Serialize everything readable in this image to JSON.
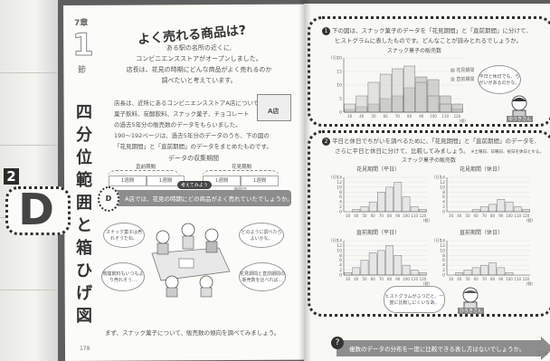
{
  "left_margin": {
    "badge_number": "2",
    "badge_letter": "D"
  },
  "chapter": {
    "label": "7章",
    "number": "1",
    "section": "節",
    "title_chars": [
      "四",
      "分",
      "位",
      "範",
      "囲",
      "と",
      "箱",
      "ひ",
      "げ",
      "図"
    ]
  },
  "left_page": {
    "headline": "よく売れる商品は?",
    "intro_lines": [
      "ある駅の名所の近くに,",
      "コンビニエンスストアがオープンしました。",
      "店長は、花見の時期にどんな商品がよく売れるのか",
      "調べたいと考えています。"
    ],
    "body_lines": [
      "店長は、近所にあるコンビニエンスストアA店について,",
      "菓子飲料、炭酸飲料、スナック菓子、チョコレート",
      "の過去5年分の販売数のデータをもらいました。",
      "190〜192ページは、過去5年分のデータのうち、下の図の",
      "「花見期間」と「直前期間」のデータをまとめたものです。"
    ],
    "store_label": "A店",
    "timeline": {
      "title": "データの収集期間",
      "period_before": "直前期間",
      "period_hanami": "花見期間",
      "week_label": "1週間",
      "start_label": "",
      "end_label": "満開日"
    },
    "question_tag": "考えてみよう",
    "question": "A店では、花見の時期にどの商品がよく売れていたでしょうか。",
    "speech_bubbles": [
      "スナック菓子は売れそうだね。",
      "どのように調べたらよいかな。",
      "炭酸飲料もいつもより売れそう…",
      "花見期間と直前期間の販売数を比べれば…"
    ],
    "footer_text": "まず、スナック菓子について、販売数の傾向を調べてみましょう。",
    "page_number": "178"
  },
  "right_page": {
    "problem1": {
      "num": "1",
      "lines": [
        "下の図は、スナック菓子のデータを「花見期間」と「直前期間」に分けて,",
        "ヒストグラムに表したものです。どんなことが読みとれるでしょうか。"
      ],
      "chart_title": "スナック菓子の販売数",
      "legend": [
        "花見期間",
        "直前期間"
      ],
      "speech": "平日と休日でも、ちがいがあるのかな。",
      "tag": "ゆうきさん"
    },
    "problem2": {
      "num": "2",
      "lines": [
        "平日と休日でちがいを調べるために、「花見期間」と「直前期間」のデータを,",
        "さらに平日と休日に分けて、比較してみましょう。"
      ],
      "note": "※土曜日、日曜日、祝日を休日とする。",
      "chart_title": "スナック菓子の販売数",
      "speech": "ヒストグラムがふつだと、一度に比較しにくいなあ。",
      "tag": "ひろきさん"
    },
    "question2": {
      "badge": "?",
      "text": "複数のデータの分布を一度に比較できる表し方はないでしょうか。"
    },
    "page_number": "179"
  },
  "chart_data": [
    {
      "type": "bar",
      "title": "スナック菓子の販売数",
      "xlabel": "(個)",
      "ylabel": "(日)",
      "categories": [
        "30",
        "40",
        "50",
        "60",
        "70",
        "80",
        "90",
        "100",
        "110",
        "120"
      ],
      "series": [
        {
          "name": "花見期間",
          "values": [
            1,
            2,
            3,
            5,
            6,
            9,
            13,
            12,
            6,
            3
          ]
        },
        {
          "name": "直前期間",
          "values": [
            3,
            6,
            11,
            14,
            16,
            17,
            11,
            6,
            3,
            1
          ]
        }
      ],
      "ylim": [
        0,
        20
      ],
      "yticks": [
        "0",
        "5",
        "10",
        "15",
        "20"
      ],
      "legend": "top-right"
    },
    {
      "type": "bar",
      "title": "花見期間（平日）",
      "categories": [
        "30",
        "40",
        "50",
        "60",
        "70",
        "80",
        "90",
        "100",
        "110",
        "120"
      ],
      "values": [
        0,
        1,
        2,
        4,
        8,
        10,
        12,
        6,
        2,
        1
      ],
      "ylim": [
        0,
        14
      ],
      "yticks": [
        "0",
        "2",
        "4",
        "6",
        "8",
        "10",
        "12",
        "14"
      ],
      "xlabel": "(個)",
      "ylabel": "(日)"
    },
    {
      "type": "bar",
      "title": "花見期間（休日）",
      "categories": [
        "30",
        "40",
        "50",
        "60",
        "70",
        "80",
        "90",
        "100",
        "110",
        "120"
      ],
      "values": [
        0,
        0,
        0,
        1,
        2,
        3,
        5,
        4,
        2,
        1
      ],
      "ylim": [
        0,
        14
      ],
      "yticks": [
        "0",
        "2",
        "4",
        "6",
        "8",
        "10",
        "12",
        "14"
      ],
      "xlabel": "(個)",
      "ylabel": "(日)"
    },
    {
      "type": "bar",
      "title": "直前期間（平日）",
      "categories": [
        "30",
        "40",
        "50",
        "60",
        "70",
        "80",
        "90",
        "100",
        "110",
        "120"
      ],
      "values": [
        1,
        3,
        6,
        9,
        10,
        12,
        8,
        4,
        2,
        1
      ],
      "ylim": [
        0,
        14
      ],
      "yticks": [
        "0",
        "2",
        "4",
        "6",
        "8",
        "10",
        "12",
        "14"
      ],
      "xlabel": "(個)",
      "ylabel": "(日)"
    },
    {
      "type": "bar",
      "title": "直前期間（休日）",
      "categories": [
        "30",
        "40",
        "50",
        "60",
        "70",
        "80",
        "90",
        "100",
        "110",
        "120"
      ],
      "values": [
        0,
        1,
        2,
        3,
        4,
        5,
        3,
        1,
        0,
        0
      ],
      "ylim": [
        0,
        14
      ],
      "yticks": [
        "0",
        "2",
        "4",
        "6",
        "8",
        "10",
        "12",
        "14"
      ],
      "xlabel": "(個)",
      "ylabel": "(日)"
    }
  ]
}
